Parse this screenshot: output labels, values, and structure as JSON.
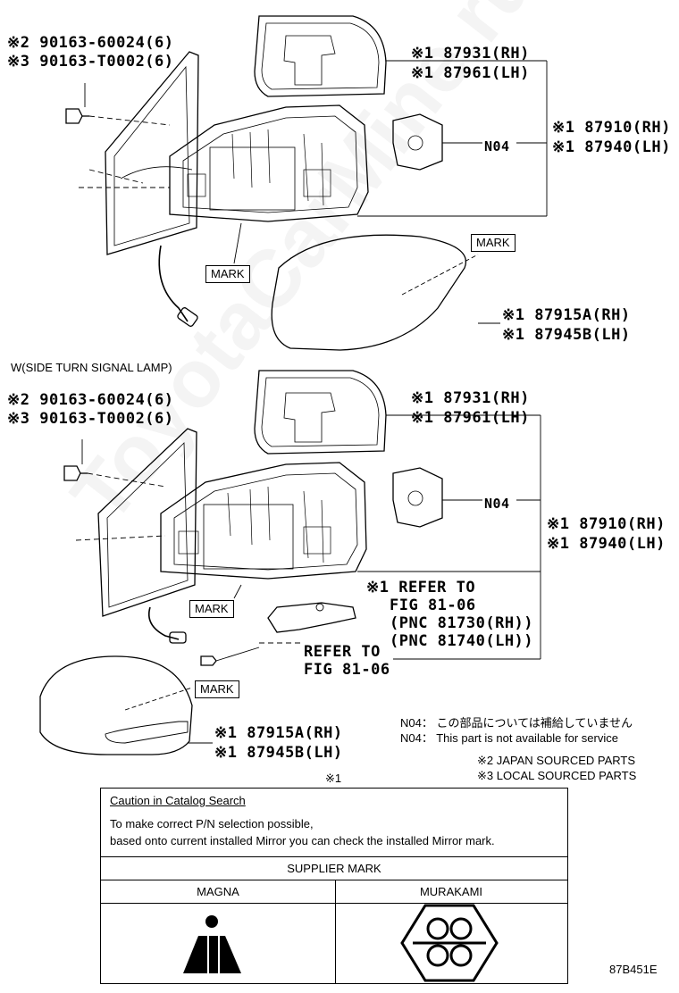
{
  "watermark": "ToyotaCarMine.ru",
  "top": {
    "bolt_ref_1": "※2 90163-60024(6)",
    "bolt_ref_2": "※3 90163-T0002(6)",
    "glass_rh": "※1 87931(RH)",
    "glass_lh": "※1 87961(LH)",
    "n04": "N04",
    "mirror_rh": "※1 87910(RH)",
    "mirror_lh": "※1 87940(LH)",
    "mark_1": "MARK",
    "mark_2": "MARK",
    "cover_rh": "※1 87915A(RH)",
    "cover_lh": "※1 87945B(LH)"
  },
  "bottom": {
    "section_title": "W(SIDE TURN SIGNAL LAMP)",
    "bolt_ref_1": "※2 90163-60024(6)",
    "bolt_ref_2": "※3 90163-T0002(6)",
    "glass_rh": "※1 87931(RH)",
    "glass_lh": "※1 87961(LH)",
    "n04": "N04",
    "mirror_rh": "※1 87910(RH)",
    "mirror_lh": "※1 87940(LH)",
    "refer_1": "※1 REFER TO",
    "refer_2": "FIG 81-06",
    "refer_3": "(PNC 81730(RH))",
    "refer_4": "(PNC 81740(LH))",
    "refer_b1": "REFER TO",
    "refer_b2": "FIG 81-06",
    "mark_1": "MARK",
    "mark_2": "MARK",
    "cover_rh": "※1 87915A(RH)",
    "cover_lh": "※1 87945B(LH)"
  },
  "notes": {
    "n04_jp": "N04： この部品については補給していません",
    "n04_en": "N04： This part is not available for service",
    "japan": "※2 JAPAN SOURCED PARTS",
    "local": "※3 LOCAL SOURCED PARTS",
    "star1": "※1"
  },
  "caution": {
    "title": "Caution in Catalog Search",
    "line1": "To make correct P/N selection possible,",
    "line2": "based onto current installed Mirror you can check the installed Mirror mark.",
    "supplier_header": "SUPPLIER MARK",
    "col1": "MAGNA",
    "col2": "MURAKAMI"
  },
  "code": "87B451E"
}
